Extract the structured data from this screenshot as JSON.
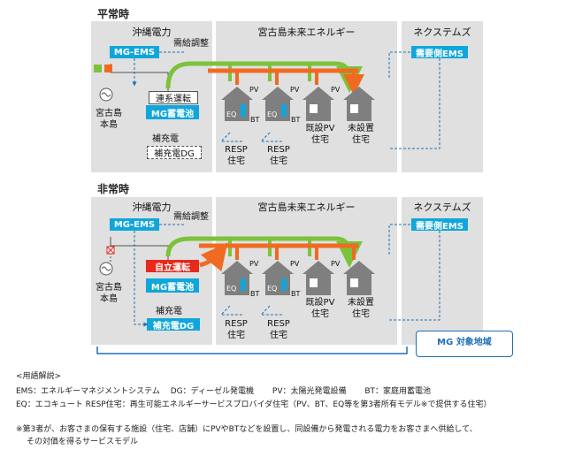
{
  "sections": {
    "normal_title": "平常時",
    "emergency_title": "非常時"
  },
  "columns": {
    "okinawa": "沖縄電力",
    "miyako_future": "宮古島未来エネルギー",
    "nextems": "ネクステムズ"
  },
  "normal": {
    "mg_ems": "MG-EMS",
    "supply_adjust": "需給調整",
    "demand_ems": "需要側EMS",
    "grid_mode": "連系運転",
    "mg_battery": "MG蓄電池",
    "recharge": "補充電",
    "recharge_dg": "補充電DG",
    "island_line1": "宮古島",
    "island_line2": "本島"
  },
  "emergency": {
    "mg_ems": "MG-EMS",
    "supply_adjust": "需給調整",
    "demand_ems": "需要側EMS",
    "self_mode": "自立運転",
    "mg_battery": "MG蓄電池",
    "recharge": "補充電",
    "recharge_dg": "補充電DG",
    "island_line1": "宮古島",
    "island_line2": "本島",
    "target_area": "MG 対象地域"
  },
  "houses": {
    "pv": "PV",
    "eq": "EQ",
    "bt": "BT",
    "resp_line1": "RESP",
    "resp_line2": "住宅",
    "existing_pv_line1": "既設PV",
    "existing_pv_line2": "住宅",
    "not_installed_line1": "未設置",
    "not_installed_line2": "住宅"
  },
  "glossary": {
    "heading": "<用語解説>",
    "line1": "EMS：エネルギーマネジメントシステム　 DG：ディーゼル発電機　　 PV：太陽光発電設備　　 BT：家庭用蓄電池",
    "line2": "EQ：エコキュート RESP住宅：再生可能エネルギーサービスプロバイダ住宅（PV、BT、EQ等を第3者所有モデル※で提供する住宅）",
    "note_line1": "※第3者が、お客さまの保有する施設（住宅、店舗）にPVやBTなどを設置し、同設備から発電される電力をお客さまへ供給して、",
    "note_line2": "その対価を得るサービスモデル"
  },
  "colors": {
    "panel_gray": "#e0e0e0",
    "blue_box": "#10a6dc",
    "green_flow": "#7cc23a",
    "orange_flow": "#f06a22",
    "red_box": "#e8291c",
    "house_gray": "#7f7f7f",
    "dashed_line": "#1d6fb8"
  },
  "icons": [
    "transformer-icon",
    "generator-icon",
    "house-icon",
    "switch-closed-icon",
    "switch-open-icon"
  ]
}
